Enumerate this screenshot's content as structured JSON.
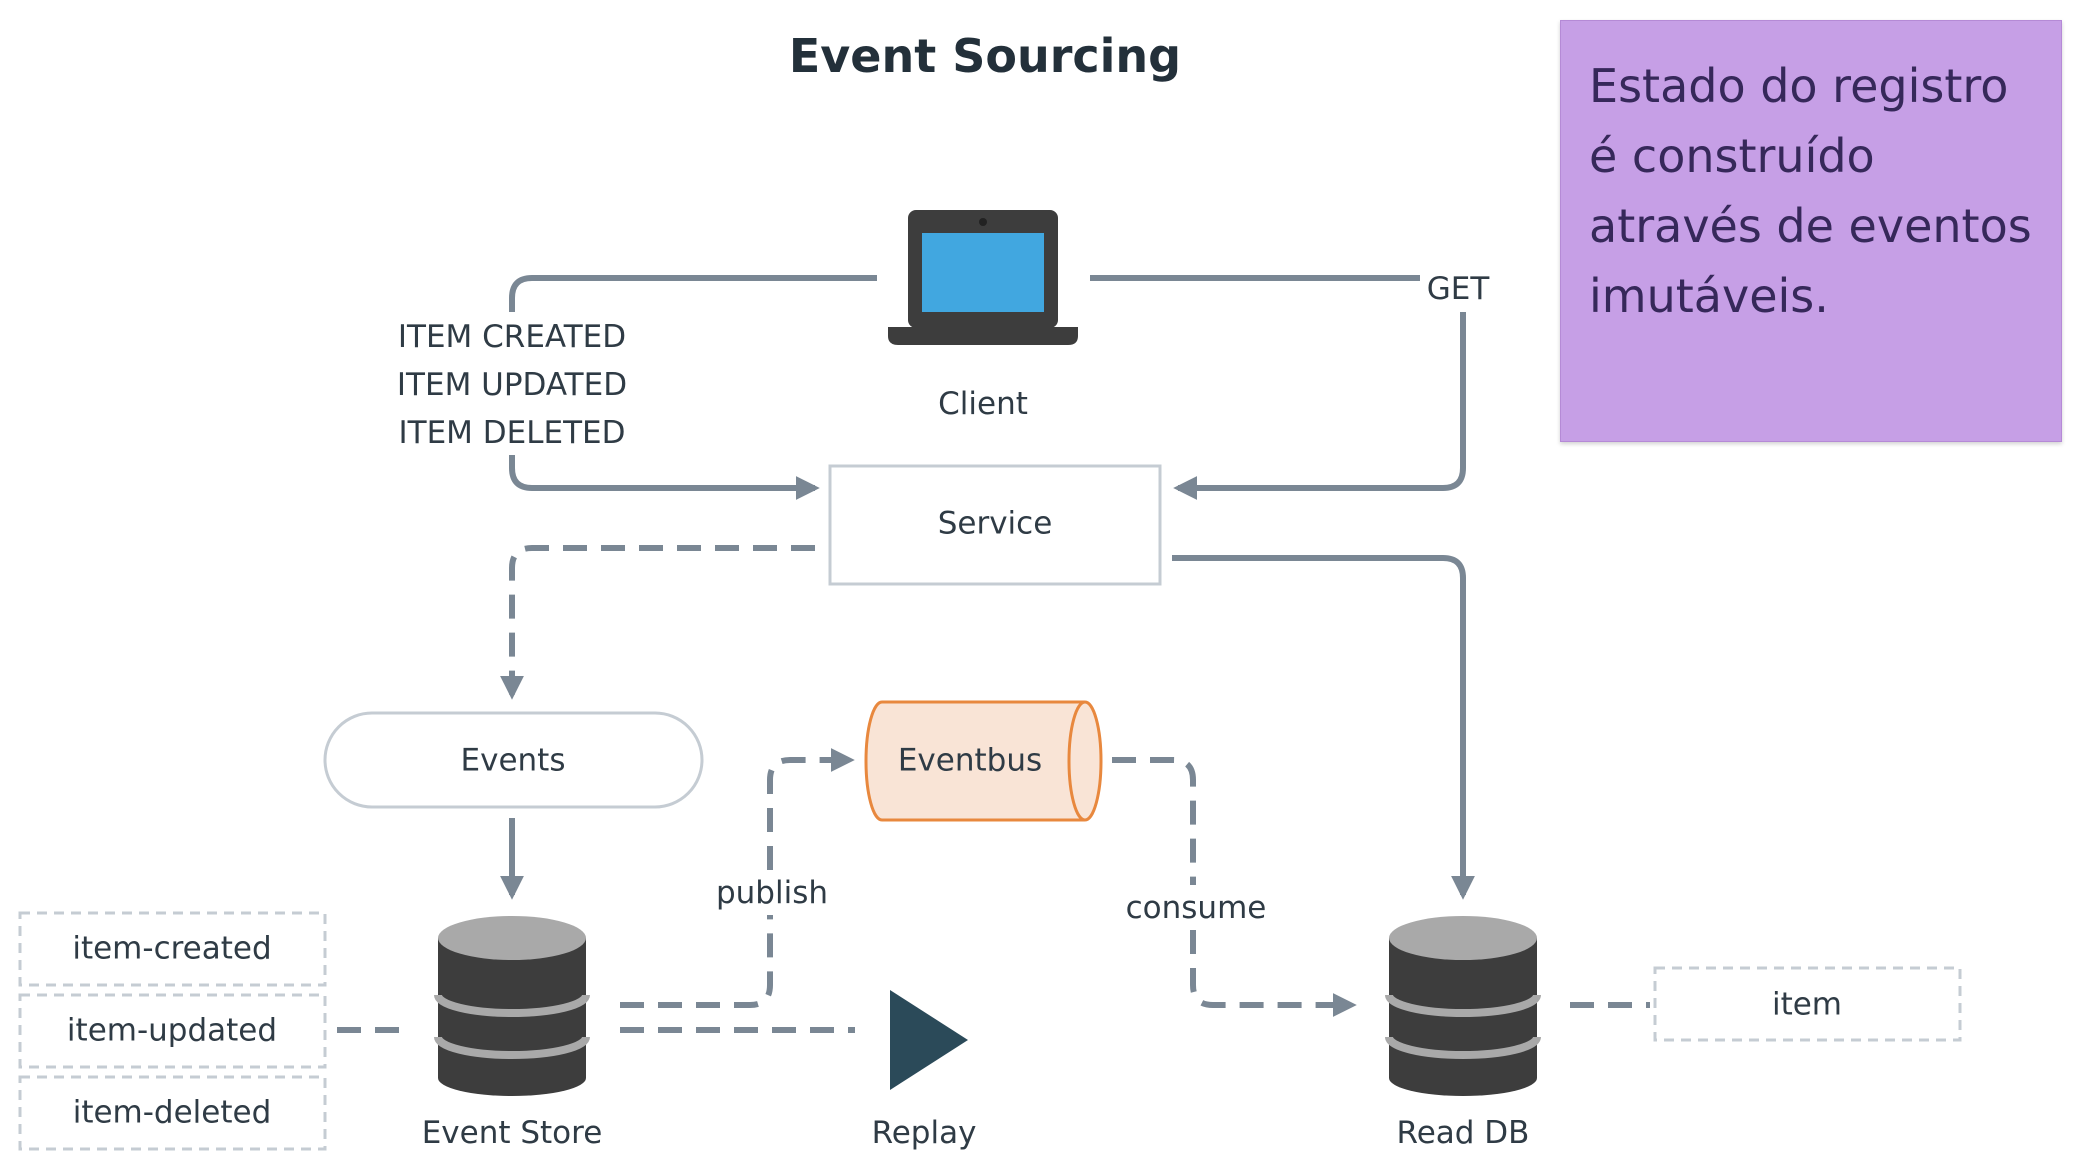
{
  "title": "Event Sourcing",
  "note": {
    "text": "Estado do registro é construído através de eventos imutáveis."
  },
  "nodes": {
    "client": "Client",
    "service": "Service",
    "events": "Events",
    "eventbus": "Eventbus",
    "event_store": "Event Store",
    "replay": "Replay",
    "read_db": "Read DB"
  },
  "edge_labels": {
    "get": "GET",
    "item_created": "ITEM CREATED",
    "item_updated": "ITEM UPDATED",
    "item_deleted": "ITEM DELETED",
    "publish": "publish",
    "consume": "consume"
  },
  "event_types": [
    "item-created",
    "item-updated",
    "item-deleted"
  ],
  "read_model": "item",
  "colors": {
    "connector": "#7a8794",
    "laptop_body": "#3d3d3d",
    "laptop_screen": "#41a7e0",
    "db_body": "#3d3d3d",
    "db_top": "#a9a9a9",
    "eventbus_fill": "#f9e4d6",
    "eventbus_stroke": "#e8883e",
    "replay_icon": "#2b4a59",
    "note_fill": "#c69fe6"
  }
}
